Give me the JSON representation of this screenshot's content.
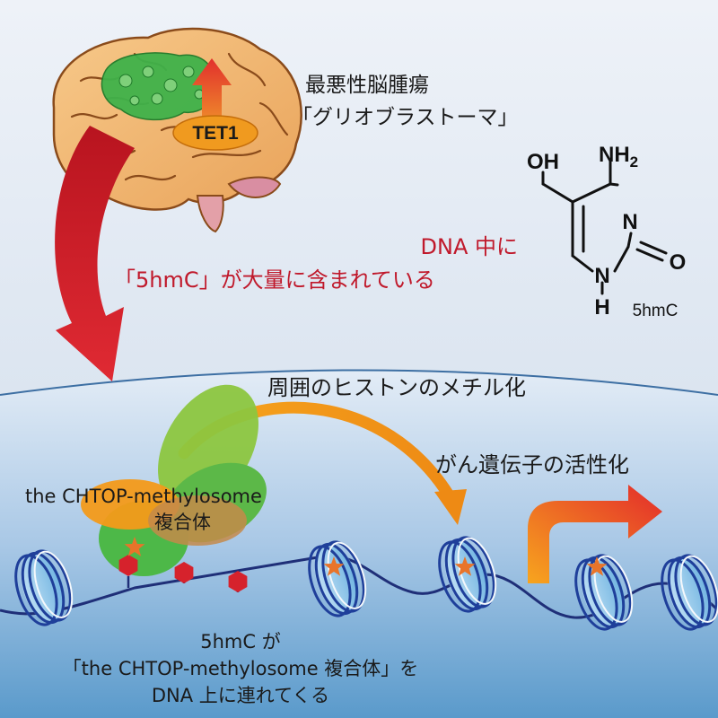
{
  "brain": {
    "tet1_label": "TET1"
  },
  "glioblastoma": {
    "line1": "最悪性脳腫瘍",
    "line2": "「グリオブラストーマ」"
  },
  "dna_5hmc_note": {
    "line1": "DNA 中に",
    "line2": "「5hmC」が大量に含まれている"
  },
  "molecule": {
    "oh": "OH",
    "nh2_main": "NH",
    "nh2_sub": "2",
    "n_ring": "N",
    "o_carbonyl": "O",
    "n_bottom": "N",
    "h_bottom": "H",
    "name": "5hmC"
  },
  "histone_methylation": "周囲のヒストンのメチル化",
  "oncogene_activation": "がん遺伝子の活性化",
  "complex": {
    "line1": "the CHTOP-methylosome",
    "line2": "複合体"
  },
  "recruitment": {
    "line1": "5hmC が",
    "line2": "「the CHTOP-methylosome 複合体」を",
    "line3": "DNA 上に連れてくる"
  },
  "colors": {
    "background_top": "#e6ecf4",
    "background_bottom": "#4f93c4",
    "red_accent": "#c0192b",
    "orange_arrow": "#f39a1a",
    "nucleosome": "#5b8fd6",
    "methyl_hexagon": "#d6222c",
    "star": "#e8742a",
    "complex_green": "#4db848"
  }
}
